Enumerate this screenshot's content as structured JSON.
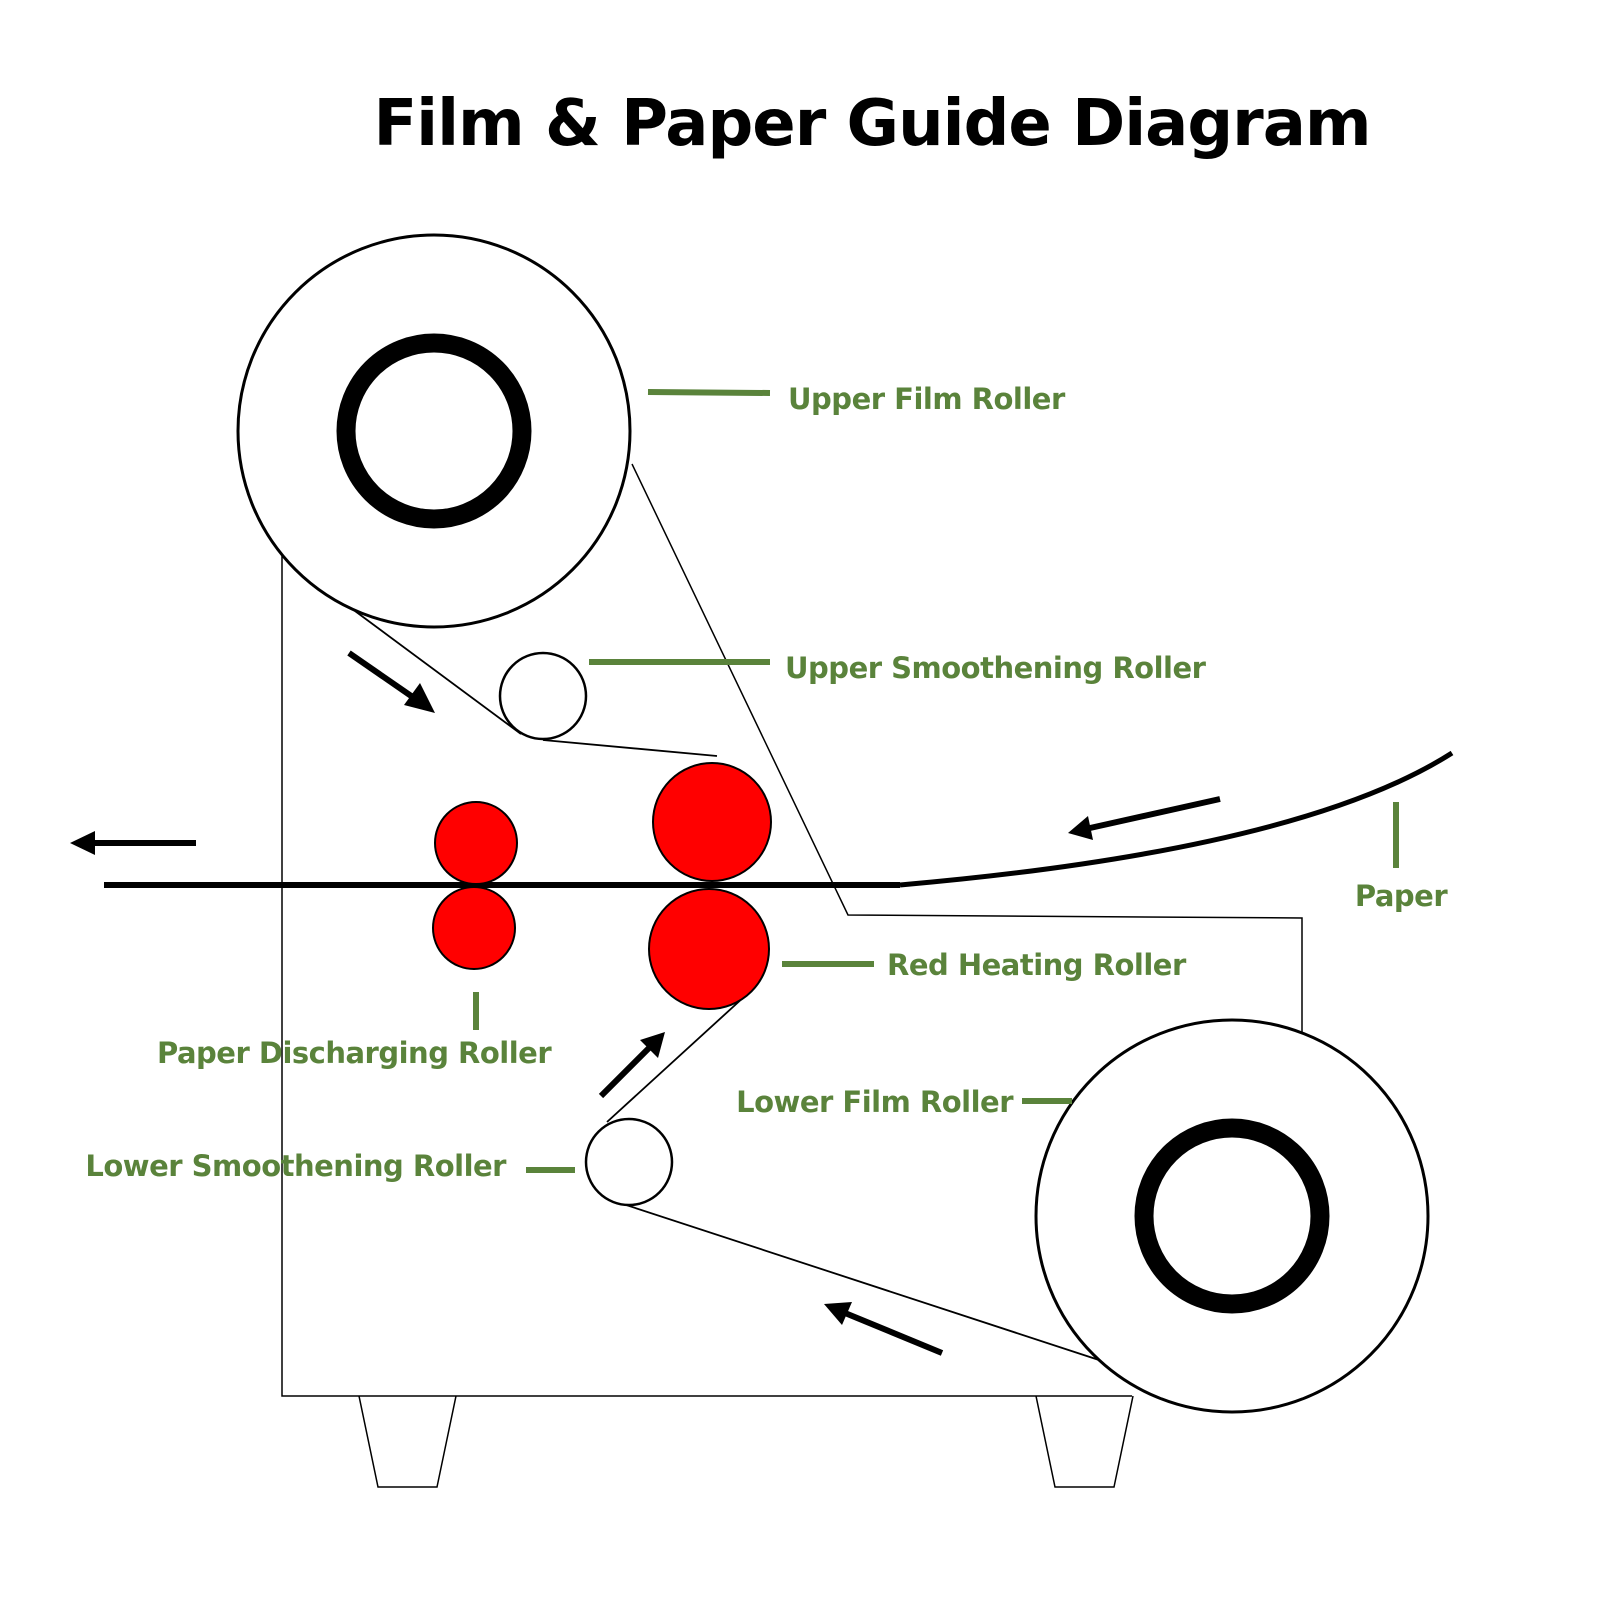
{
  "title": "Film & Paper Guide Diagram",
  "colors": {
    "label": "#5a833b",
    "leader": "#5a833b",
    "heating_roller": "#ff0000",
    "discharging_roller": "#ff0000",
    "outline": "#000000",
    "background": "#ffffff"
  },
  "labels": {
    "upper_film_roller": "Upper Film Roller",
    "upper_smoothening_roller": "Upper Smoothening Roller",
    "paper": "Paper",
    "red_heating_roller": "Red Heating Roller",
    "paper_discharging_roller": "Paper Discharging Roller",
    "lower_film_roller": "Lower Film Roller",
    "lower_smoothening_roller": "Lower Smoothening Roller"
  }
}
